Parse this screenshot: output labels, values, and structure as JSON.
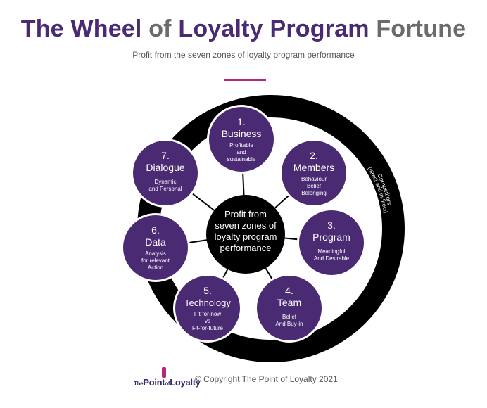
{
  "header": {
    "title_parts": [
      "The Wheel ",
      "of ",
      "Loyalty Program ",
      "Fortune"
    ],
    "subtitle": "Profit from the seven zones of loyalty program performance"
  },
  "wheel": {
    "center": [
      "Profit from",
      "seven zones of",
      "loyalty program",
      "performance"
    ],
    "outer_label": [
      "Competitors",
      "(direct and indirect)"
    ],
    "zones": [
      {
        "number": "1.",
        "name": "Business",
        "desc": [
          "Profitable",
          "and",
          "sustainable"
        ]
      },
      {
        "number": "2.",
        "name": "Members",
        "desc": [
          "Behaviour",
          "Belief",
          "Belonging"
        ]
      },
      {
        "number": "3.",
        "name": "Program",
        "desc": [
          "Meaningful",
          "And Desirable"
        ]
      },
      {
        "number": "4.",
        "name": "Team",
        "desc": [
          "Belief",
          "And Buy-in"
        ]
      },
      {
        "number": "5.",
        "name": "Technology",
        "desc": [
          "Fit-for-now",
          "vs",
          "Fit-for-future"
        ]
      },
      {
        "number": "6.",
        "name": "Data",
        "desc": [
          "Analysis",
          "for relevant",
          "Action"
        ]
      },
      {
        "number": "7.",
        "name": "Dialogue",
        "desc": [
          "Dynamic",
          "and  Personal"
        ]
      }
    ],
    "colors": {
      "zone": "#4a2a73",
      "ring": "#000000",
      "center": "#000000",
      "spoke": "#000000"
    }
  },
  "footer": {
    "logo_brand": "ThePoint of Loyalty",
    "logo_brand_parts": [
      "The",
      "Point",
      "of",
      "Loyalty"
    ],
    "copyright": "© Copyright The Point of Loyalty 2021"
  }
}
